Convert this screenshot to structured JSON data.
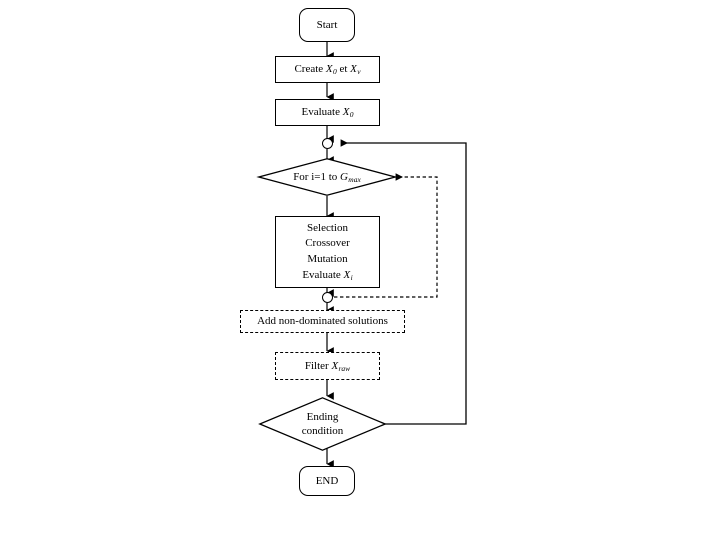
{
  "diagram": {
    "title": "Evolutionary algorithm flowchart",
    "background_color": "#ffffff",
    "stroke_color": "#000000"
  },
  "nodes": {
    "start": {
      "label": "Start",
      "shape": "terminator"
    },
    "create": {
      "label_prefix": "Create ",
      "var1": "X",
      "var1_sub": "0",
      "label_mid": " et ",
      "var2": "X",
      "var2_sub": "v",
      "shape": "process"
    },
    "evaluate_x0": {
      "label_prefix": "Evaluate ",
      "var1": "X",
      "var1_sub": "0",
      "shape": "process"
    },
    "loop_decision": {
      "label": "For i=1 to ",
      "var1": "G",
      "var1_sub": "max",
      "shape": "diamond"
    },
    "ga_operators": {
      "line1": "Selection",
      "line2": "Crossover",
      "line3": "Mutation",
      "line4_prefix": "Evaluate ",
      "line4_var": "X",
      "line4_sub": "i",
      "shape": "process"
    },
    "add_nondominated": {
      "label": "Add non-dominated solutions",
      "shape": "process-dashed"
    },
    "filter": {
      "label_prefix": "Filter ",
      "var1": "X",
      "var1_sub": "raw",
      "shape": "process-dashed"
    },
    "ending_condition": {
      "line1": "Ending",
      "line2": "condition",
      "shape": "diamond"
    },
    "end": {
      "label": "END",
      "shape": "terminator"
    }
  },
  "junctions": {
    "upper": "loop-entry-junction",
    "lower": "generation-exit-junction"
  },
  "edges": {
    "outer_loop_style": "solid",
    "inner_loop_style": "dashed",
    "main_flow_style": "solid"
  }
}
